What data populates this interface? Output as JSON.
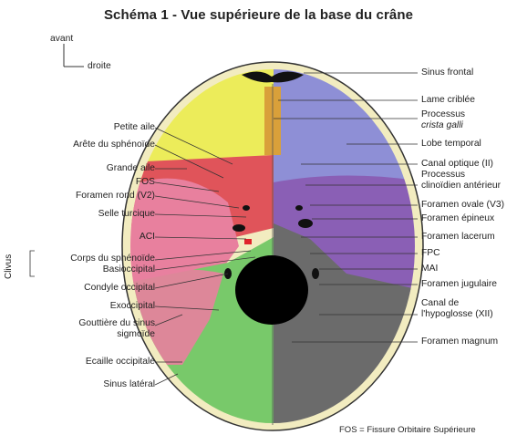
{
  "title": "Schéma 1 - Vue supérieure de la base du crâne",
  "orientation": {
    "avant": "avant",
    "droite": "droite"
  },
  "left_labels": {
    "petite_aile": "Petite aile",
    "arete_sphenoide": "Arête du sphénoïde",
    "grande_aile": "Grande aile",
    "fos": "FOS",
    "foramen_rond": "Foramen rond (V2)",
    "selle_turcique": "Selle turcique",
    "aci": "ACI",
    "clivus": "Clivus",
    "corps_sphenoide": "Corps du sphénoïde",
    "basioccipital": "Basioccipital",
    "condyle_occipital": "Condyle occipital",
    "exoccipital": "Exoccipital",
    "gouttiere_l1": "Gouttière du sinus",
    "gouttiere_l2": "sigmoïde",
    "ecaille_occipitale": "Ecaille occipitale",
    "sinus_lateral": "Sinus latéral"
  },
  "right_labels": {
    "sinus_frontal": "Sinus frontal",
    "lame_criblee": "Lame criblée",
    "processus": "Processus",
    "crista_galli": "crista galli",
    "lobe_temporal": "Lobe temporal",
    "canal_optique": "Canal optique (II)",
    "processus_clin_l1": "Processus",
    "processus_clin_l2": "clinoïdien antérieur",
    "foramen_ovale": "Foramen ovale (V3)",
    "foramen_epineux": "Foramen épineux",
    "foramen_lacerum": "Foramen lacerum",
    "fpc": "FPC",
    "mai": "MAI",
    "foramen_jugulaire": "Foramen jugulaire",
    "canal_hypoglosse_l1": "Canal de",
    "canal_hypoglosse_l2": "l'hypoglosse (XII)",
    "foramen_magnum": "Foramen magnum"
  },
  "footnote": "FOS = Fissure Orbitaire Supérieure",
  "colors": {
    "frontal_left": "#ecec5a",
    "frontal_right": "#8e8fd6",
    "sphenoid_left": "#e0545a",
    "temporal_left": "#e8809e",
    "temporal_right": "#8a5fb5",
    "occipital_left": "#78c96a",
    "occipital_right": "#6b6b6b",
    "ethmoid": "#d9a03a",
    "outer_rim": "#f2ecc0"
  }
}
